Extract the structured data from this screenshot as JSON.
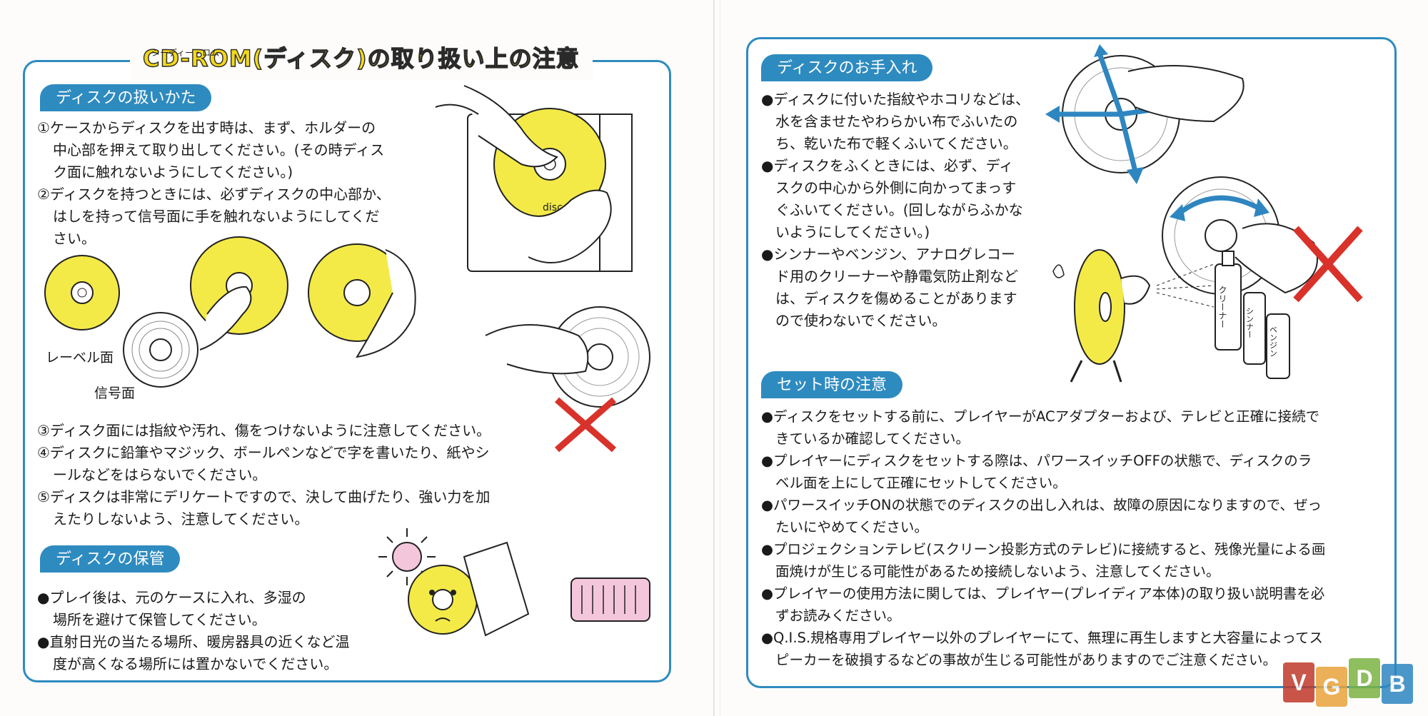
{
  "left_page": {
    "title": "CD-ROM(ディスク)の取り扱い上の注意",
    "title_ruby": "シーディー・ロム",
    "handling": {
      "heading": "ディスクの扱いかた",
      "paragraphs": [
        "①ケースからディスクを出す時は、まず、ホルダーの",
        "中心部を押えて取り出してください。(その時ディス",
        "ク面に触れないようにしてください。)",
        "②ディスクを持つときには、必ずディスクの中心部か、",
        "はしを持って信号面に手を触れないようにしてくだ",
        "さい。"
      ],
      "label_side": "レーベル面",
      "signal_side": "信号面",
      "disc_text": "disc",
      "notes": [
        "③ディスク面には指紋や汚れ、傷をつけないように注意してください。",
        "④ディスクに鉛筆やマジック、ボールペンなどで字を書いたり、紙やシ",
        "ールなどをはらないでください。",
        "⑤ディスクは非常にデリケートですので、決して曲げたり、強い力を加",
        "えたりしないよう、注意してください。"
      ]
    },
    "storage": {
      "heading": "ディスクの保管",
      "lines": [
        "●プレイ後は、元のケースに入れ、多湿の",
        "場所を避けて保管してください。",
        "●直射日光の当たる場所、暖房器具の近くなど温",
        "度が高くなる場所には置かないでください。"
      ]
    }
  },
  "right_page": {
    "care": {
      "heading": "ディスクのお手入れ",
      "lines": [
        "●ディスクに付いた指紋やホコリなどは、",
        "水を含ませたやわらかい布でふいたの",
        "ち、乾いた布で軽くふいてください。",
        "●ディスクをふくときには、必ず、ディ",
        "スクの中心から外側に向かってまっす",
        "ぐふいてください。(回しながらふかな",
        "いようにしてください。)",
        "●シンナーやベンジン、アナログレコー",
        "ド用のクリーナーや静電気防止剤など",
        "は、ディスクを傷めることがあります",
        "ので使わないでください。"
      ],
      "bottle_labels": [
        "クリーナー",
        "シンナー",
        "ベンジン"
      ]
    },
    "setup": {
      "heading": "セット時の注意",
      "lines": [
        "●ディスクをセットする前に、プレイヤーがACアダプターおよび、テレビと正確に接続で",
        "きているか確認してください。",
        "●プレイヤーにディスクをセットする際は、パワースイッチOFFの状態で、ディスクのラ",
        "ベル面を上にして正確にセットしてください。",
        "●パワースイッチONの状態でのディスクの出し入れは、故障の原因になりますので、ぜっ",
        "たいにやめてください。",
        "●プロジェクションテレビ(スクリーン投影方式のテレビ)に接続すると、残像光量による画",
        "面焼けが生じる可能性があるため接続しないよう、注意してください。",
        "●プレイヤーの使用方法に関しては、プレイヤー(プレイディア本体)の取り扱い説明書を必",
        "ずお読みください。",
        "●Q.I.S.規格専用プレイヤー以外のプレイヤーにて、無理に再生しますと大容量によってス",
        "ピーカーを破損するなどの事故が生じる可能性がありますのでご注意ください。"
      ]
    }
  },
  "watermark": {
    "letters": [
      "V",
      "G",
      "D",
      "B"
    ],
    "colors": [
      "#c0392b",
      "#e8a33c",
      "#7cb342",
      "#2e86c1"
    ]
  }
}
